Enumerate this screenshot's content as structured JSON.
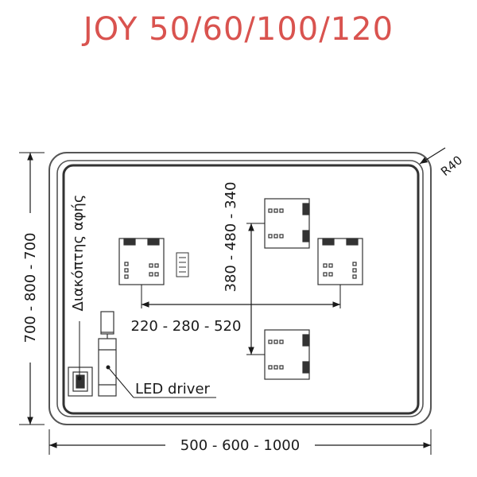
{
  "title": "JOY 50/60/100/120",
  "colors": {
    "title": "#d9534f",
    "line": "#1a1a1a",
    "frame": "#555555"
  },
  "dimensions": {
    "width": "500 - 600 - 1000",
    "height": "700 - 800 - 700",
    "horizontal_spacing": "220 - 280 - 520",
    "vertical_spacing": "380 - 480 - 340",
    "corner_radius": "R40"
  },
  "labels": {
    "touch_switch": "Διακόπτης αφής",
    "led_driver": "LED driver"
  }
}
